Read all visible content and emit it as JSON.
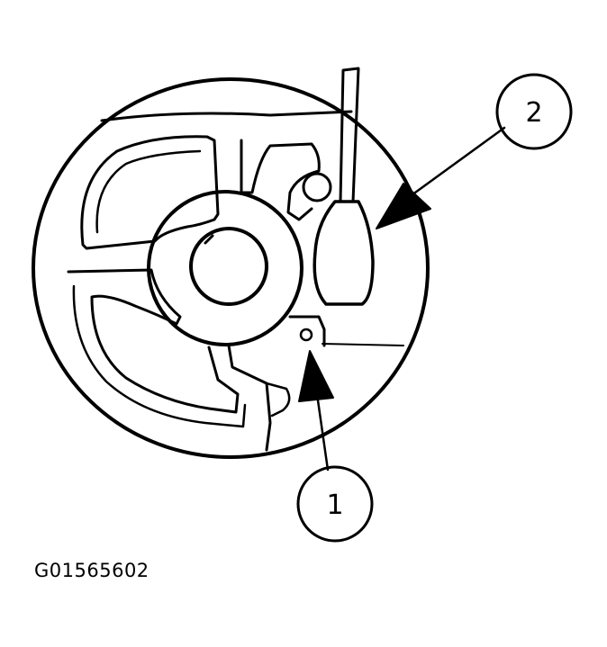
{
  "figure": {
    "id": "G01565602",
    "callouts": [
      {
        "number": "1"
      },
      {
        "number": "2"
      }
    ]
  },
  "colors": {
    "line": "#000000",
    "background": "#ffffff"
  }
}
